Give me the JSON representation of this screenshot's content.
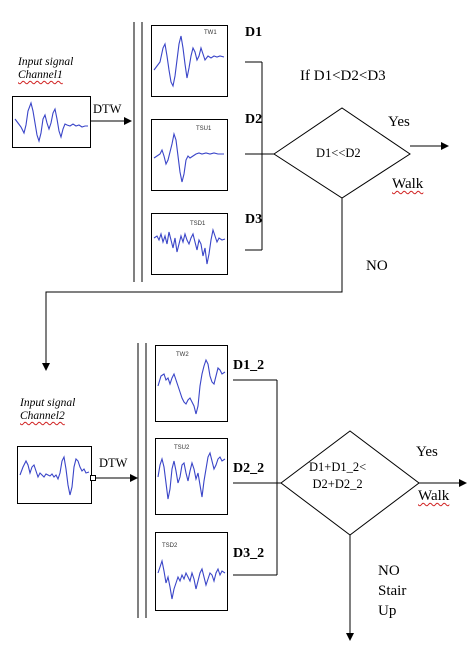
{
  "channel1": {
    "label_line1": "Input signal",
    "label_line2": "Channel1",
    "dtw": "DTW"
  },
  "channel2": {
    "label_line1": "Input signal",
    "label_line2": "Channel2",
    "dtw": "DTW"
  },
  "templates1": [
    {
      "tag": "TW1",
      "distance": "D1"
    },
    {
      "tag": "TSU1",
      "distance": "D2"
    },
    {
      "tag": "TSD1",
      "distance": "D3"
    }
  ],
  "templates2": [
    {
      "tag": "TW2",
      "distance": "D1_2"
    },
    {
      "tag": "TSU2",
      "distance": "D2_2"
    },
    {
      "tag": "TSD2",
      "distance": "D3_2"
    }
  ],
  "decision1": {
    "condition_header": "If  D1<D2<D3",
    "diamond_text": "D1<<D2",
    "yes": "Yes",
    "yes_result": "Walk",
    "no": "NO"
  },
  "decision2": {
    "diamond_line1": "D1+D1_2<",
    "diamond_line2": "D2+D2_2",
    "yes": "Yes",
    "yes_result": "Walk",
    "no_line1": "NO",
    "no_line2": "Stair",
    "no_line3": "Up"
  },
  "colors": {
    "signal": "#3a45c8",
    "lines": "#000000",
    "spellcheck": "#d02020"
  }
}
